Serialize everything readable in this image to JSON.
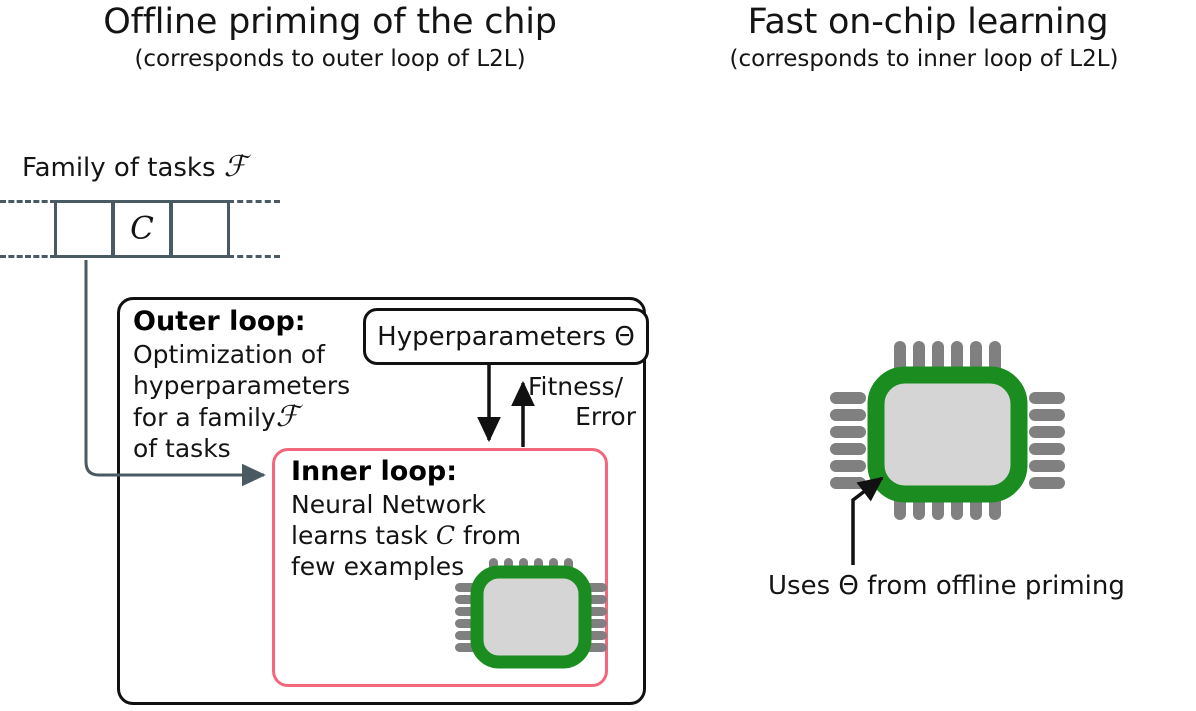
{
  "panels": {
    "left": {
      "title": "Offline priming of the chip",
      "subtitle": "(corresponds to outer loop of L2L)"
    },
    "right": {
      "title": "Fast on-chip learning",
      "subtitle": "(corresponds to inner loop of L2L)"
    }
  },
  "family": {
    "label_text": "Family of tasks",
    "symbol": "ℱ",
    "cells": [
      "",
      "C",
      ""
    ],
    "selected_cell_index": 1
  },
  "outer_loop": {
    "heading": "Outer loop:",
    "lines": [
      "Optimization of",
      "hyperparameters",
      "for a family",
      "of tasks"
    ],
    "symbol_line_index": 2,
    "symbol": "ℱ"
  },
  "hyperparameters": {
    "label": "Hyperparameters",
    "symbol": "Θ"
  },
  "feedback": {
    "line1": "Fitness/",
    "line2": "Error"
  },
  "inner_loop": {
    "heading": "Inner loop:",
    "line1": "Neural Network",
    "line2_pre": "learns task ",
    "line2_symbol": "C",
    "line2_post": " from",
    "line3": "few examples"
  },
  "right_caption": {
    "pre": "Uses ",
    "symbol": "Θ",
    "post": " from offline priming"
  },
  "chip": {
    "name": "neuromorphic-chip",
    "pins_per_side": 6,
    "body_color": "#d5d5d5",
    "ring_color": "#1a8c20",
    "pin_color": "#808080"
  },
  "colors": {
    "accent_pink": "#f3677c",
    "chip_green": "#1a8c20",
    "chip_gray": "#d5d5d5",
    "pin_gray": "#808080",
    "line_slate": "#4a5a63",
    "stroke_black": "#111111",
    "background": "#ffffff"
  }
}
